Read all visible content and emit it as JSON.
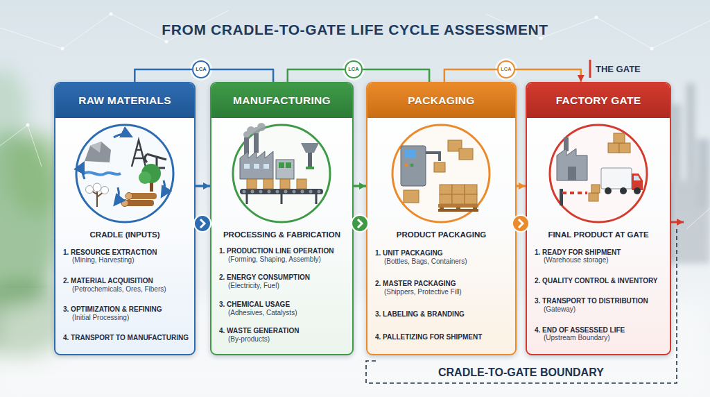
{
  "diagram": {
    "title": "FROM CRADLE-TO-GATE LIFE CYCLE ASSESSMENT",
    "nodes": [
      {
        "text": [
          "RAW MATERIALS",
          "CRADLE (INPUTS)",
          "1. RESOURCE EXTRACTION",
          "(Mining, Harvesting)",
          "2. MATERIAL ACQUISITION",
          "(Petrochemicals, Ores, Fibers)",
          "3. OPTIMIZATION & REFINING",
          "(Initial Processing)",
          "4. TRANSPORT TO MANUFACTURING"
        ]
      },
      {
        "text": [
          "LCA"
        ]
      },
      {
        "text": [
          "MANUFACTURING",
          "PROCESSING & FABRICATION",
          "1. PRODUCTION LINE OPERATION",
          "(Forming, Shaping, Assembly)",
          "2. ENERGY CONSUMPTION",
          "(Electricity, Fuel)",
          "3. CHEMICAL USAGE",
          "(Adhesives, Catalysts)",
          "4. WASTE GENERATION",
          "(By-products)"
        ]
      },
      {
        "text": [
          "LCA"
        ]
      },
      {
        "text": [
          "PACKAGING",
          "PRODUCT PACKAGING",
          "1. UNIT PACKAGING",
          "(Bottles, Bags, Containers)",
          "2. MASTER PACKAGING",
          "(Shippers, Protective Fill)",
          "3. LABELING & BRANDING",
          "4. PALLETIZING FOR SHIPMENT"
        ]
      },
      {
        "text": [
          "LCA"
        ]
      },
      {
        "text": [
          "FACTORY GATE",
          "FINAL PRODUCT AT GATE",
          "1. READY FOR SHIPMENT",
          "(Warehouse storage)",
          "2. QUALITY CONTROL & INVENTORY",
          "3. TRANSPORT TO DISTRIBUTION",
          "(Gateway)",
          "4. END OF ASSESSED LIFE",
          "(Upstream Boundary)"
        ]
      }
    ],
    "edges": [
      {
        "from": 0,
        "to": 1,
        "arrow": "none"
      },
      {
        "from": 1,
        "to": 2,
        "arrow": "none"
      },
      {
        "from": 2,
        "to": 3,
        "arrow": "none"
      },
      {
        "from": 3,
        "to": 4,
        "arrow": "none"
      },
      {
        "from": 4,
        "to": 5,
        "arrow": "none"
      },
      {
        "from": 5,
        "to": 6,
        "arrow": "to"
      },
      {
        "from": 0,
        "to": 2,
        "arrow": "to"
      },
      {
        "from": 2,
        "to": 4,
        "arrow": "to"
      },
      {
        "from": 4,
        "to": 6,
        "arrow": "to"
      }
    ],
    "labels": [
      "THE GATE",
      "CRADLE-TO-GATE BOUNDARY"
    ]
  }
}
